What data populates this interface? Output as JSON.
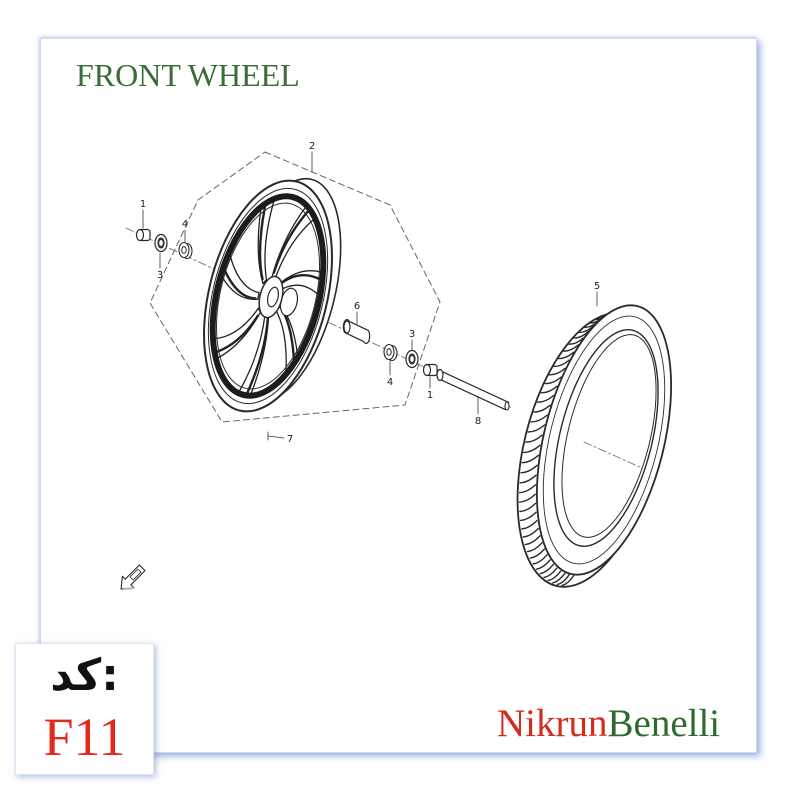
{
  "title": "FRONT WHEEL",
  "diagram": {
    "callouts": [
      "1",
      "3",
      "4",
      "2",
      "6",
      "4",
      "3",
      "1",
      "8",
      "5",
      "7"
    ]
  },
  "icons": {
    "direction_marker": "front-direction-arrow-icon"
  },
  "code_card": {
    "label": "کد:",
    "value": "F11"
  },
  "brand": {
    "name_part_1": "Nikrun",
    "name_part_2": "Benelli"
  },
  "colors": {
    "title": "#3b6b38",
    "code_value": "#e3291d",
    "brand_part_1": "#d52a1e",
    "brand_part_2": "#2e6a2e",
    "frame_shadow": "#5c82cd",
    "line_art": "#2a2a2a"
  }
}
